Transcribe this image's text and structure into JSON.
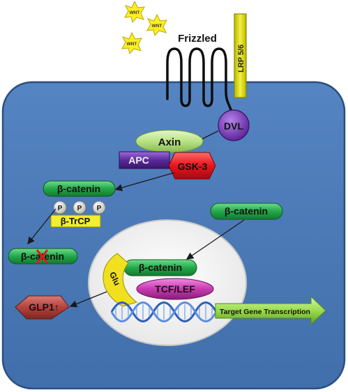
{
  "ligands": {
    "wnt_label": "WNT"
  },
  "receptors": {
    "frizzled": "Frizzled",
    "lrp": "LRP 5/6"
  },
  "proteins": {
    "dvl": "DVL",
    "axin": "Axin",
    "apc": "APC",
    "gsk3": "GSK-3",
    "bcatenin_phospho": "β-catenin",
    "phosphate": "P",
    "btrcp": "β-TrCP",
    "bcatenin_degraded": "β-catenin",
    "glp1": "GLP1↑",
    "bcatenin_free": "β-catenin",
    "bcatenin_nuclear": "β-catenin",
    "glu": "Glu",
    "tcf_lef": "TCF/LEF"
  },
  "outcome": {
    "target_gene": "Target Gene Transcription"
  },
  "colors": {
    "cell_fill": "#4a7ab8",
    "cell_stroke": "#2a4f80",
    "bcatenin_green": "#23a84a",
    "axin_green": "#b9e28a",
    "apc_purple": "#5a2a9a",
    "gsk3_red": "#e8141c",
    "dvl_purple": "#7a3ab8",
    "tcf_magenta": "#c83ab0",
    "glp1_red": "#b5413c",
    "glu_yellow": "#f0e020",
    "wnt_yellow": "#ffee22",
    "lrp_yellow": "#dede10",
    "arrow_green": "#9adb4e"
  }
}
